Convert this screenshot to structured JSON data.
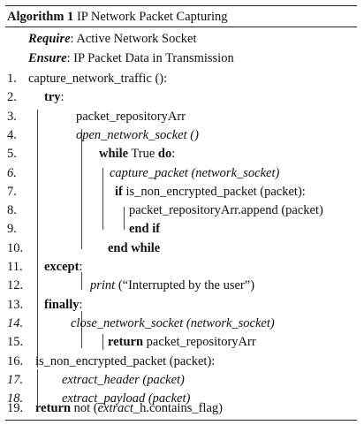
{
  "title": {
    "label": "Algorithm 1",
    "name": "IP Network Packet Capturing"
  },
  "require": {
    "label": "Require",
    "text": ": Active Network Socket"
  },
  "ensure": {
    "label": "Ensure",
    "text": ": IP Packet Data in Transmission"
  },
  "lines": [
    {
      "num": "1.",
      "pre": "",
      "kw": "",
      "main": "capture_network_traffic ():",
      "post": ""
    },
    {
      "num": "2.",
      "pre": "",
      "kw": "try",
      "main": ":",
      "post": ""
    },
    {
      "num": "3.",
      "pre": "",
      "kw": "",
      "main": "packet_repositoryArr",
      "post": ""
    },
    {
      "num": "4.",
      "pre": "",
      "kw": "",
      "main": "open_network_socket ()",
      "post": ""
    },
    {
      "num": "5.",
      "pre": "",
      "kw": "while",
      "main": " True ",
      "post": "do",
      "post2": ":"
    },
    {
      "num": "6.",
      "pre": "",
      "kw": "",
      "main": "capture_packet (network_socket)",
      "post": ""
    },
    {
      "num": "7.",
      "pre": "",
      "kw": "if",
      "main": " is_non_encrypted_packet (packet):",
      "post": ""
    },
    {
      "num": "8.",
      "pre": "",
      "kw": "",
      "main": "packet_repositoryArr.append (packet)",
      "post": ""
    },
    {
      "num": "9.",
      "pre": "",
      "kw": "end if",
      "main": "",
      "post": ""
    },
    {
      "num": "10.",
      "pre": "",
      "kw": "end while",
      "main": "",
      "post": ""
    },
    {
      "num": "11.",
      "pre": "",
      "kw": "except",
      "main": ":",
      "post": ""
    },
    {
      "num": "12.",
      "pre": "print",
      "kw": "",
      "main": " (“Interrupted by the user”)",
      "post": ""
    },
    {
      "num": "13.",
      "pre": "",
      "kw": "finally",
      "main": ":",
      "post": ""
    },
    {
      "num": "14.",
      "pre": "",
      "kw": "",
      "main": "close_network_socket (network_socket)",
      "post": ""
    },
    {
      "num": "15.",
      "pre": "",
      "kw": "return",
      "main": " packet_repositoryArr",
      "post": ""
    },
    {
      "num": "16.",
      "pre": "",
      "kw": "",
      "main": "is_non_encrypted_packet (packet):",
      "post": ""
    },
    {
      "num": "17.",
      "pre": "",
      "kw": "",
      "main": "extract_header (packet)",
      "post": ""
    },
    {
      "num": "18.",
      "pre": "",
      "kw": "",
      "main": "extract_payload (packet)",
      "post": ""
    },
    {
      "num": "19.",
      "pre": "",
      "kw": "return",
      "main": " not (",
      "ital": "extract",
      "tail": "_h.contains_flag)"
    }
  ]
}
